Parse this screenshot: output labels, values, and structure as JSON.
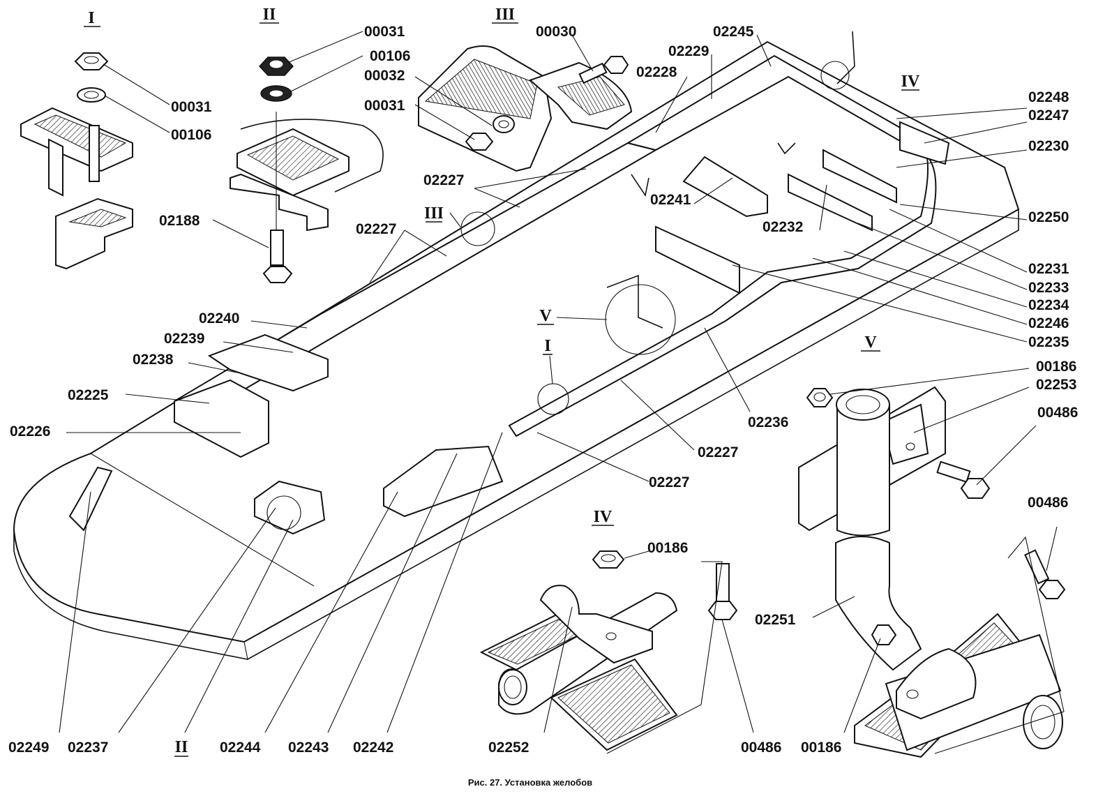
{
  "caption": "Рис. 27. Установка желобов",
  "views": [
    {
      "id": "I",
      "label": "I"
    },
    {
      "id": "II",
      "label": "II"
    },
    {
      "id": "III",
      "label": "III"
    },
    {
      "id": "IV",
      "label": "IV"
    },
    {
      "id": "V",
      "label": "V"
    }
  ],
  "callouts": [
    "I",
    "II",
    "III",
    "IV",
    "V",
    "III",
    "V",
    "I",
    "II",
    "IV"
  ],
  "parts": [
    "00031",
    "00106",
    "00031",
    "00106",
    "00032",
    "00031",
    "00030",
    "02188",
    "02245",
    "02229",
    "02228",
    "02227",
    "02227",
    "02241",
    "02248",
    "02247",
    "02230",
    "02250",
    "02232",
    "02231",
    "02233",
    "02234",
    "02246",
    "02235",
    "02240",
    "02239",
    "02238",
    "02225",
    "02226",
    "02236",
    "02227",
    "02227",
    "00186",
    "02253",
    "00486",
    "00486",
    "00186",
    "02251",
    "02249",
    "02237",
    "02244",
    "02243",
    "02242",
    "02252",
    "00486",
    "00186"
  ]
}
